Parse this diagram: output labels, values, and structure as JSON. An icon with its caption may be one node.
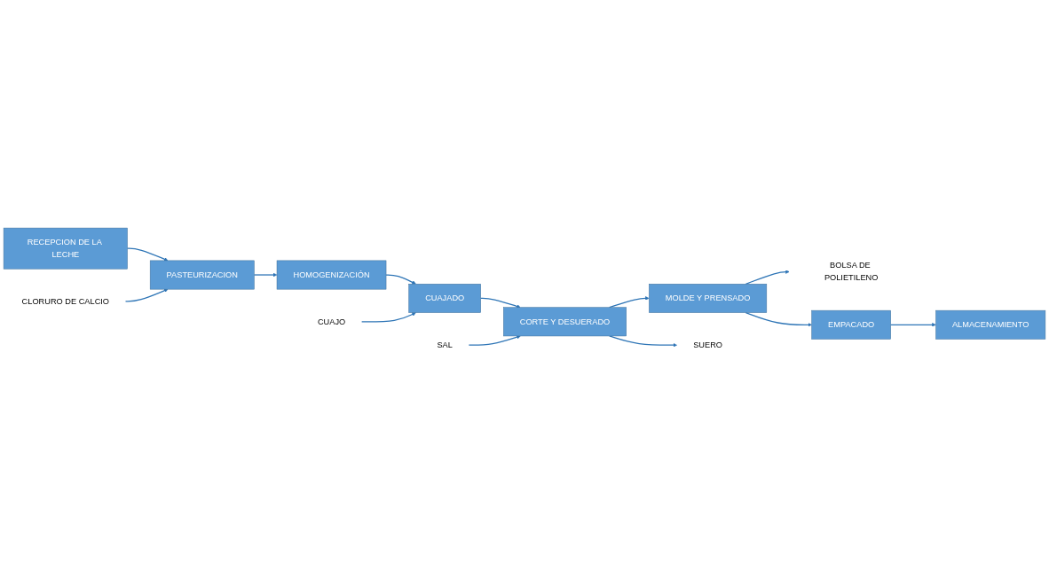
{
  "diagram": {
    "nodes": [
      {
        "text": [
          "CLORURO DE CALCIO"
        ]
      },
      {
        "text": [
          "RECEPCION DE LA LECHE"
        ]
      },
      {
        "text": [
          "PASTEURIZACION"
        ]
      },
      {
        "text": [
          "HOMOGENIZACIÓN"
        ]
      },
      {
        "text": [
          "SAL"
        ]
      },
      {
        "text": [
          "CUAJO"
        ]
      },
      {
        "text": [
          "MOLDE Y PRENSADO"
        ]
      },
      {
        "text": [
          "CORTE Y DESUERADO"
        ]
      },
      {
        "text": [
          "CUAJADO"
        ]
      },
      {
        "text": [
          "BOLSA DE POLIETILENO"
        ]
      },
      {
        "text": [
          "SUERO"
        ]
      },
      {
        "text": [
          "EMPACADO"
        ]
      },
      {
        "text": [
          "ALMACENAMIENTO"
        ]
      }
    ],
    "edges": [
      {
        "from": 1,
        "to": 2,
        "arrow": "to"
      },
      {
        "from": 0,
        "to": 2,
        "arrow": "to"
      },
      {
        "from": 2,
        "to": 3,
        "arrow": "to"
      },
      {
        "from": 3,
        "to": 8,
        "arrow": "to"
      },
      {
        "from": 5,
        "to": 8,
        "arrow": "to"
      },
      {
        "from": 8,
        "to": 7,
        "arrow": "to"
      },
      {
        "from": 4,
        "to": 7,
        "arrow": "to"
      },
      {
        "from": 7,
        "to": 6,
        "arrow": "to"
      },
      {
        "from": 7,
        "to": 10,
        "arrow": "to"
      },
      {
        "from": 6,
        "to": 9,
        "arrow": "to"
      },
      {
        "from": 6,
        "to": 11,
        "arrow": "to"
      },
      {
        "from": 11,
        "to": 12,
        "arrow": "to"
      }
    ]
  }
}
